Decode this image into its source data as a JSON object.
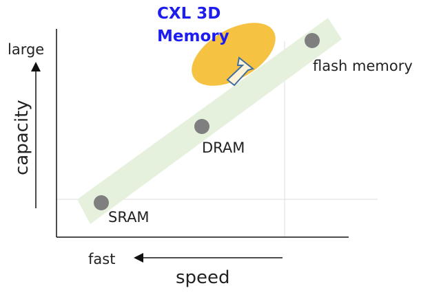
{
  "highlight": {
    "line1": "CXL 3D",
    "line2": "Memory",
    "text_color": "#1d1df0",
    "blob_color": "#f5c242",
    "arrow_fill": "#fdf3d8",
    "arrow_stroke": "#3f6fa0"
  },
  "axes": {
    "y_label": "capacity",
    "y_high_label": "large",
    "x_label": "speed",
    "x_fast_label": "fast"
  },
  "points": [
    {
      "name": "SRAM",
      "label": "SRAM"
    },
    {
      "name": "DRAM",
      "label": "DRAM"
    },
    {
      "name": "flash",
      "label": "flash memory"
    }
  ],
  "colors": {
    "band": "#e6f1dd",
    "point": "#7f7f7f",
    "axis": "#111111",
    "grid": "#dddddd"
  }
}
